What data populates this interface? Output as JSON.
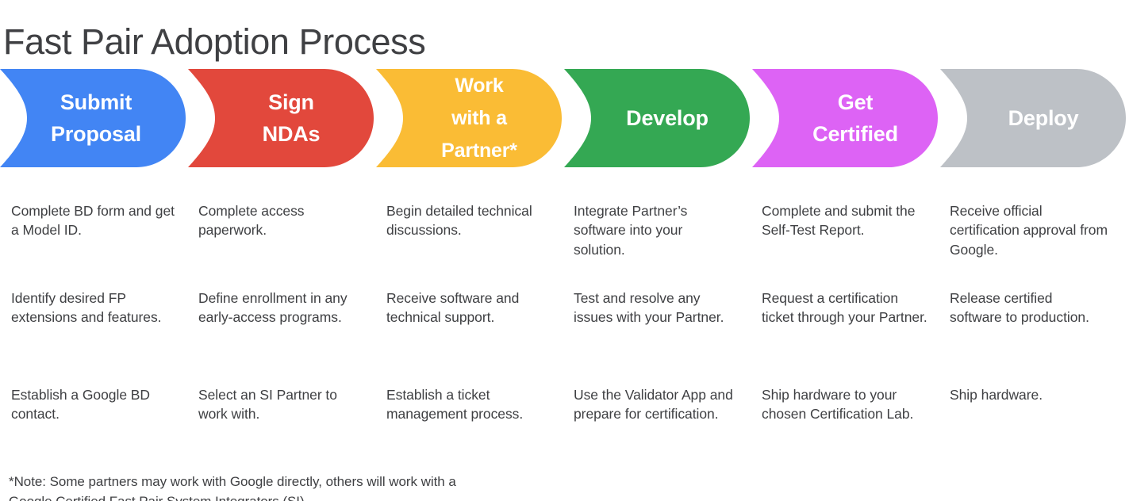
{
  "page": {
    "title": "Fast Pair Adoption Process",
    "background_color": "#FFFFFF",
    "text_color": "#3F4043"
  },
  "stages": [
    {
      "id": "submit-proposal",
      "label": "Submit\nProposal",
      "color": "#4285F4",
      "color_name": "blue"
    },
    {
      "id": "sign-ndas",
      "label": "Sign\nNDAs",
      "color": "#E2483C",
      "color_name": "red"
    },
    {
      "id": "work-with-a-partner",
      "label": "Work\nwith a\nPartner*",
      "color": "#FABC35",
      "color_name": "yellow"
    },
    {
      "id": "develop",
      "label": "Develop",
      "color": "#34A853",
      "color_name": "green"
    },
    {
      "id": "get-certified",
      "label": "Get\nCertified",
      "color": "#DD63F5",
      "color_name": "magenta"
    },
    {
      "id": "deploy",
      "label": "Deploy",
      "color": "#BDC1C6",
      "color_name": "gray"
    }
  ],
  "columns": [
    {
      "stage": "submit-proposal",
      "items": [
        "Complete BD form and get a Model ID.",
        "Identify desired FP extensions and features.",
        "Establish a Google BD contact."
      ]
    },
    {
      "stage": "sign-ndas",
      "items": [
        "Complete access paperwork.",
        "Define enrollment in any early-access programs.",
        "Select an SI Partner to work with."
      ]
    },
    {
      "stage": "work-with-a-partner",
      "items": [
        "Begin detailed technical discussions.",
        "Receive software and technical support.",
        "Establish a ticket management process."
      ]
    },
    {
      "stage": "develop",
      "items": [
        "Integrate Partner’s software into your solution.",
        "Test and resolve any issues with your Partner.",
        "Use the Validator App and prepare for certification."
      ]
    },
    {
      "stage": "get-certified",
      "items": [
        "Complete and submit the Self-Test Report.",
        "Request a certification ticket through your Partner.",
        "Ship hardware to your chosen Certification Lab."
      ]
    },
    {
      "stage": "deploy",
      "items": [
        "Receive official certification approval from Google.",
        "Release certified software to production.",
        "Ship hardware."
      ]
    }
  ],
  "footnote": "*Note: Some partners may work with Google directly, others will work with a\nGoogle Certified Fast Pair System Integrators (SI)."
}
